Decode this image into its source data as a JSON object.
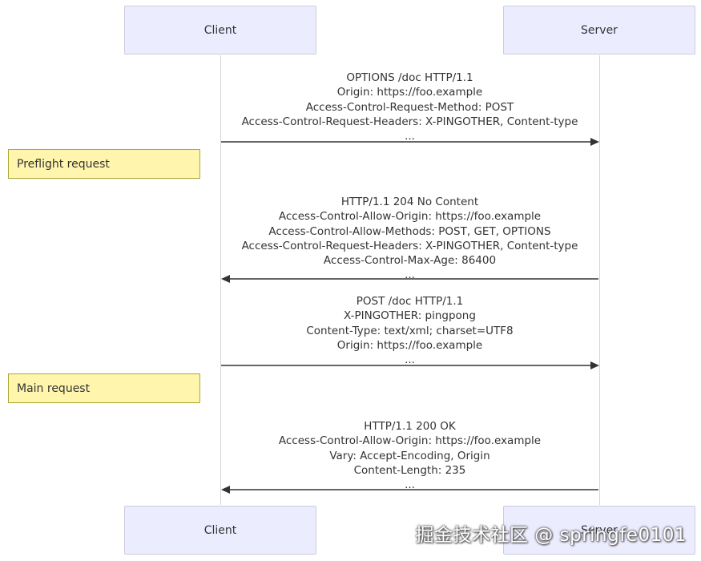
{
  "actors": {
    "client": "Client",
    "server": "Server"
  },
  "notes": {
    "preflight": "Preflight request",
    "main": "Main request"
  },
  "messages": [
    {
      "direction": "client-to-server",
      "lines": [
        "OPTIONS /doc HTTP/1.1",
        "Origin: https://foo.example",
        "Access-Control-Request-Method: POST",
        "Access-Control-Request-Headers: X-PINGOTHER, Content-type",
        "..."
      ]
    },
    {
      "direction": "server-to-client",
      "lines": [
        "HTTP/1.1 204 No Content",
        "Access-Control-Allow-Origin: https://foo.example",
        "Access-Control-Allow-Methods: POST, GET, OPTIONS",
        "Access-Control-Request-Headers: X-PINGOTHER, Content-type",
        "Access-Control-Max-Age: 86400",
        "..."
      ]
    },
    {
      "direction": "client-to-server",
      "lines": [
        "POST /doc HTTP/1.1",
        "X-PINGOTHER: pingpong",
        "Content-Type: text/xml; charset=UTF8",
        "Origin: https://foo.example",
        "..."
      ]
    },
    {
      "direction": "server-to-client",
      "lines": [
        "HTTP/1.1 200 OK",
        "Access-Control-Allow-Origin: https://foo.example",
        "Vary: Accept-Encoding, Origin",
        "Content-Length: 235",
        "..."
      ]
    }
  ],
  "watermark": "掘金技术社区 @ springfe0101",
  "colors": {
    "actor_fill": "#ececff",
    "actor_border": "#ccccdd",
    "note_fill": "#fff5ad",
    "note_border": "#aaaa33",
    "arrow": "#333333"
  }
}
